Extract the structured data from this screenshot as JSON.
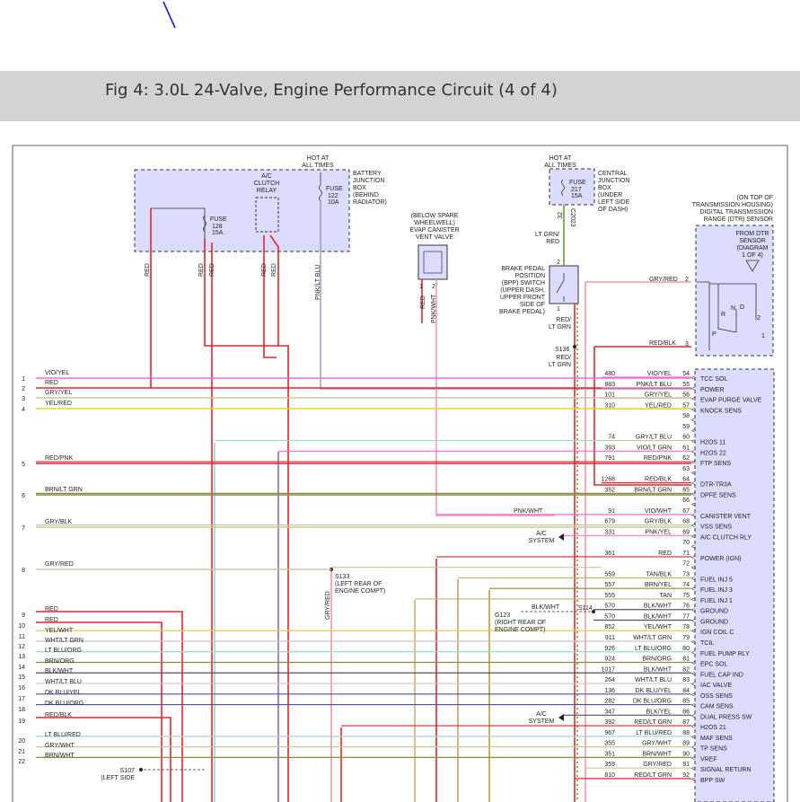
{
  "figure_title": "Fig 4: 3.0L 24-Valve, Engine Performance Circuit (4 of 4)",
  "colors": {
    "banner": "#d3d3d3",
    "box_fill": "#dcdcff",
    "red": "#e8232a",
    "pink": "#ff66dd",
    "lightblue": "#9fd8d8",
    "purple": "#a060c0",
    "olive": "#b0a060",
    "yellow": "#e8d040",
    "green": "#6a9a30"
  },
  "battery_box": {
    "title_lines": [
      "BATTERY",
      "JUNCTION",
      "BOX",
      "(BEHIND",
      "RADIATOR)"
    ],
    "hot_lines": [
      "HOT AT",
      "ALL TIMES"
    ],
    "relay_lines": [
      "A/C",
      "CLUTCH",
      "RELAY"
    ],
    "fuse128_lines": [
      "FUSE",
      "128",
      "15A"
    ],
    "fuse122_lines": [
      "FUSE",
      "122",
      "10A"
    ]
  },
  "central_box": {
    "title_lines": [
      "CENTRAL",
      "JUNCTION",
      "BOX",
      "(UNDER",
      "LEFT SIDE",
      "OF DASH)"
    ],
    "hot_lines": [
      "HOT AT",
      "ALL TIMES"
    ],
    "fuse_lines": [
      "FUSE",
      "217",
      "15A"
    ],
    "connector": "C2023",
    "pin": "32"
  },
  "evap_valve": {
    "lines": [
      "(BELOW SPARE",
      "WHEELWELL)",
      "EVAP CANISTER",
      "VENT VALVE"
    ],
    "pin1": "1",
    "pin2": "2"
  },
  "bpp_switch": {
    "lines": [
      "BRAKE PEDAL",
      "POSITION",
      "(BPP) SWITCH",
      "(UPPER DASH,",
      "UPPER FRONT",
      "SIDE OF",
      "BRAKE PEDAL)"
    ],
    "pin_top": "2",
    "pin_bottom": "1"
  },
  "dtr_sensor": {
    "location_lines": [
      "(ON TOP OF",
      "TRANSMISSION HOUSING)",
      "DIGITAL TRANSMISSION",
      "RANGE (DTR) SENSOR"
    ],
    "inner_lines": [
      "FROM DTR",
      "SENSOR",
      "(DIAGRAM",
      "1 OF 4)"
    ],
    "pin_labels": [
      "R",
      "N",
      "D",
      "P",
      "2",
      "1",
      "2",
      "3"
    ]
  },
  "splices": {
    "s136": "S136",
    "s133_lines": [
      "S133",
      "(LEFT REAR OF",
      "ENGINE COMPT)"
    ],
    "s114": "S114",
    "g123_lines": [
      "G123",
      "(RIGHT REAR OF",
      "ENGINE COMPT)"
    ],
    "s107_lines": [
      "S107",
      "(LEFT SIDE"
    ]
  },
  "vertical_labels": {
    "red1": "RED",
    "red2": "RED",
    "red3": "RED",
    "red4": "RED",
    "red5": "RED",
    "pnk_lt_blu": "PNK/LT BLU",
    "red_evap": "RED",
    "pnk_wht": "PNK/WHT",
    "gry_red": "GRY/RED",
    "lt_grn_red": "LT GRN/\nRED",
    "red_lt_grn_1": "RED/\nLT GRN",
    "red_lt_grn_2": "RED/\nLT GRN"
  },
  "side_labels": {
    "pnk_wht": "PNK/WHT",
    "ac_system_1": "A/C\nSYSTEM",
    "ac_system_2": "A/C\nSYSTEM",
    "gry_red_dtr": "GRY/RED",
    "red_blk_dtr": "RED/BLK",
    "blk_wht": "BLK/WHT"
  },
  "left_wires": [
    {
      "pin": "1",
      "label": "VIO/YEL"
    },
    {
      "pin": "2",
      "label": "RED"
    },
    {
      "pin": "3",
      "label": "GRY/YEL"
    },
    {
      "pin": "4",
      "label": "YEL/RED"
    },
    {
      "pin": "5",
      "label": "RED/PNK"
    },
    {
      "pin": "6",
      "label": "BRN/LT GRN"
    },
    {
      "pin": "7",
      "label": "GRY/BLK"
    },
    {
      "pin": "8",
      "label": "GRY/RED"
    },
    {
      "pin": "9",
      "label": "RED"
    },
    {
      "pin": "10",
      "label": "RED"
    },
    {
      "pin": "11",
      "label": "YEL/WHT"
    },
    {
      "pin": "12",
      "label": "WHT/LT GRN"
    },
    {
      "pin": "13",
      "label": "LT BLU/ORG"
    },
    {
      "pin": "14",
      "label": "BRN/ORG"
    },
    {
      "pin": "15",
      "label": "BLK/WHT"
    },
    {
      "pin": "16",
      "label": "WHT/LT BLU"
    },
    {
      "pin": "17",
      "label": "DK BLU/YEL"
    },
    {
      "pin": "18",
      "label": "DK BLU/ORG"
    },
    {
      "pin": "19",
      "label": "RED/BLK"
    },
    {
      "pin": "20",
      "label": "LT BLU/RED"
    },
    {
      "pin": "21",
      "label": "GRY/WHT"
    },
    {
      "pin": "22",
      "label": "BRN/WHT"
    }
  ],
  "pcm_pins": [
    {
      "pin": "54",
      "circuit": "480",
      "wire": "VIO/YEL",
      "func": "TCC SOL"
    },
    {
      "pin": "55",
      "circuit": "883",
      "wire": "PNK/LT BLU",
      "func": "POWER"
    },
    {
      "pin": "56",
      "circuit": "101",
      "wire": "GRY/YEL",
      "func": "EVAP PURGE VALVE"
    },
    {
      "pin": "57",
      "circuit": "310",
      "wire": "YEL/RED",
      "func": "KNOCK SENS"
    },
    {
      "pin": "58",
      "circuit": "",
      "wire": "",
      "func": ""
    },
    {
      "pin": "59",
      "circuit": "",
      "wire": "",
      "func": ""
    },
    {
      "pin": "60",
      "circuit": "74",
      "wire": "GRY/LT BLU",
      "func": "H2OS 11"
    },
    {
      "pin": "61",
      "circuit": "393",
      "wire": "VIO/LT GRN",
      "func": "H2OS 22"
    },
    {
      "pin": "62",
      "circuit": "791",
      "wire": "RED/PNK",
      "func": "FTP SENS"
    },
    {
      "pin": "63",
      "circuit": "",
      "wire": "",
      "func": ""
    },
    {
      "pin": "64",
      "circuit": "1268",
      "wire": "RED/BLK",
      "func": "DTR-TR3A"
    },
    {
      "pin": "65",
      "circuit": "352",
      "wire": "BRN/LT GRN",
      "func": "DPFE SENS"
    },
    {
      "pin": "66",
      "circuit": "",
      "wire": "",
      "func": ""
    },
    {
      "pin": "67",
      "circuit": "91",
      "wire": "VIO/WHT",
      "func": "CANISTER VENT"
    },
    {
      "pin": "68",
      "circuit": "679",
      "wire": "GRY/BLK",
      "func": "VSS SENS"
    },
    {
      "pin": "69",
      "circuit": "331",
      "wire": "PNK/YEL",
      "func": "A/C CLUTCH RLY"
    },
    {
      "pin": "70",
      "circuit": "",
      "wire": "",
      "func": ""
    },
    {
      "pin": "71",
      "circuit": "361",
      "wire": "RED",
      "func": "POWER (IGN)"
    },
    {
      "pin": "72",
      "circuit": "",
      "wire": "",
      "func": ""
    },
    {
      "pin": "73",
      "circuit": "559",
      "wire": "TAN/BLK",
      "func": "FUEL INJ 5"
    },
    {
      "pin": "74",
      "circuit": "557",
      "wire": "BRN/YEL",
      "func": "FUEL INJ 3"
    },
    {
      "pin": "75",
      "circuit": "555",
      "wire": "TAN",
      "func": "FUEL INJ 1"
    },
    {
      "pin": "76",
      "circuit": "570",
      "wire": "BLK/WHT",
      "func": "GROUND"
    },
    {
      "pin": "77",
      "circuit": "570",
      "wire": "BLK/WHT",
      "func": "GROUND"
    },
    {
      "pin": "78",
      "circuit": "852",
      "wire": "YEL/WHT",
      "func": "IGN COIL C"
    },
    {
      "pin": "79",
      "circuit": "911",
      "wire": "WHT/LT GRN",
      "func": "TCIL"
    },
    {
      "pin": "80",
      "circuit": "926",
      "wire": "LT BLU/ORG",
      "func": "FUEL PUMP RLY"
    },
    {
      "pin": "81",
      "circuit": "924",
      "wire": "BRN/ORG",
      "func": "EPC SOL"
    },
    {
      "pin": "82",
      "circuit": "1017",
      "wire": "BLK/WHT",
      "func": "FUEL CAP IND"
    },
    {
      "pin": "83",
      "circuit": "264",
      "wire": "WHT/LT BLU",
      "func": "IAC VALVE"
    },
    {
      "pin": "84",
      "circuit": "136",
      "wire": "DK BLU/YEL",
      "func": "OSS SENS"
    },
    {
      "pin": "85",
      "circuit": "282",
      "wire": "DK BLU/ORG",
      "func": "CAM SENS"
    },
    {
      "pin": "86",
      "circuit": "347",
      "wire": "BLK/YEL",
      "func": "DUAL PRESS SW"
    },
    {
      "pin": "87",
      "circuit": "392",
      "wire": "RED/LT GRN",
      "func": "H2OS 21"
    },
    {
      "pin": "88",
      "circuit": "967",
      "wire": "LT BLU/RED",
      "func": "MAF SENS"
    },
    {
      "pin": "89",
      "circuit": "355",
      "wire": "GRY/WHT",
      "func": "TP SENS"
    },
    {
      "pin": "90",
      "circuit": "351",
      "wire": "BRN/WHT",
      "func": "VREF"
    },
    {
      "pin": "91",
      "circuit": "359",
      "wire": "GRY/RED",
      "func": "SIGNAL RETURN"
    },
    {
      "pin": "92",
      "circuit": "810",
      "wire": "RED/LT GRN",
      "func": "BPP SW"
    }
  ]
}
